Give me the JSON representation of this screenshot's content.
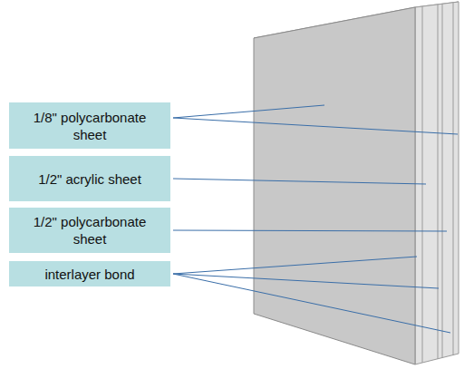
{
  "diagram": {
    "nodes": [
      {
        "text": [
          "1/8\" polycarbonate sheet"
        ]
      },
      {
        "text": [
          "1/2\" acrylic sheet"
        ]
      },
      {
        "text": [
          "1/2\" polycarbonate sheet"
        ]
      },
      {
        "text": [
          "interlayer bond"
        ]
      }
    ]
  }
}
